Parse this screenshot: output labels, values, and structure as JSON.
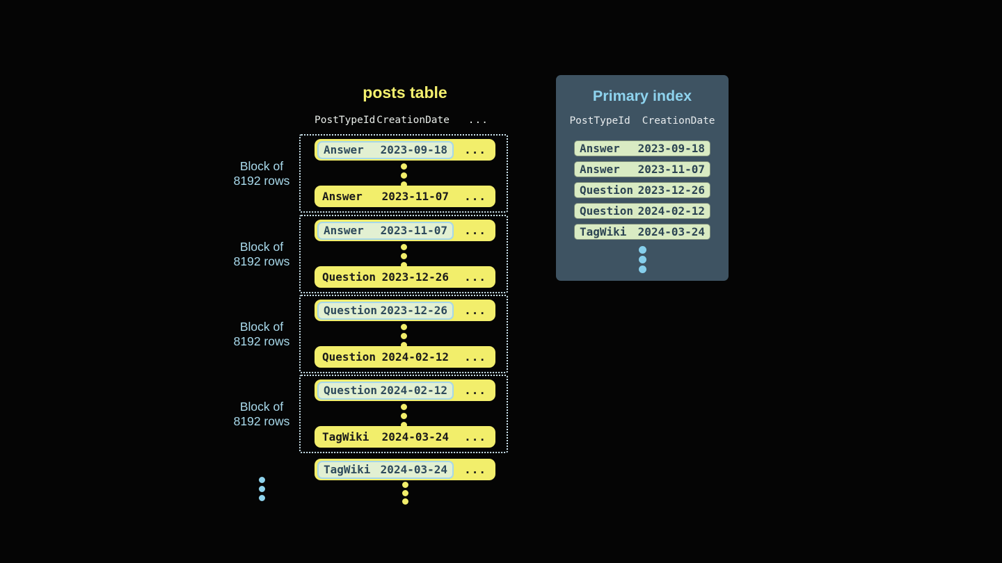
{
  "colors": {
    "background": "#050505",
    "row_yellow": "#f2ee6b",
    "title_yellow": "#f4f06e",
    "label_light_blue": "#a9daec",
    "dotted_border": "#cfe7f1",
    "index_panel_bg": "#3e5362",
    "index_title_blue": "#8ed3ee",
    "index_row_green": "#d9ebc3",
    "highlight_green": "#e2f0d2",
    "highlight_border_blue": "#a6d7e9",
    "header_text": "#e9ede9",
    "blue_dot": "#86cfec"
  },
  "posts_table": {
    "title": "posts table",
    "headers": {
      "col1": "PostTypeId",
      "col2": "CreationDate",
      "col3": "..."
    },
    "block_label": {
      "line1": "Block of",
      "line2": "8192 rows"
    },
    "row_ellipsis": "...",
    "blocks": [
      {
        "first": {
          "type": "Answer",
          "date": "2023-09-18"
        },
        "last": {
          "type": "Answer",
          "date": "2023-11-07"
        }
      },
      {
        "first": {
          "type": "Answer",
          "date": "2023-11-07"
        },
        "last": {
          "type": "Question",
          "date": "2023-12-26"
        }
      },
      {
        "first": {
          "type": "Question",
          "date": "2023-12-26"
        },
        "last": {
          "type": "Question",
          "date": "2024-02-12"
        }
      },
      {
        "first": {
          "type": "Question",
          "date": "2024-02-12"
        },
        "last": {
          "type": "TagWiki",
          "date": "2024-03-24"
        }
      }
    ],
    "overflow_row": {
      "type": "TagWiki",
      "date": "2024-03-24"
    }
  },
  "primary_index": {
    "title": "Primary index",
    "headers": {
      "col1": "PostTypeId",
      "col2": "CreationDate"
    },
    "rows": [
      {
        "type": "Answer",
        "date": "2023-09-18"
      },
      {
        "type": "Answer",
        "date": "2023-11-07"
      },
      {
        "type": "Question",
        "date": "2023-12-26"
      },
      {
        "type": "Question",
        "date": "2024-02-12"
      },
      {
        "type": "TagWiki",
        "date": "2024-03-24"
      }
    ]
  }
}
